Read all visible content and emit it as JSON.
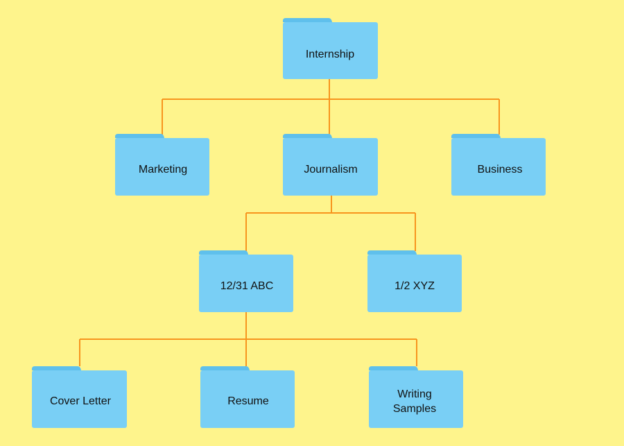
{
  "diagram": {
    "type": "folder-tree",
    "colors": {
      "background": "#fef48c",
      "folder": "#79cff5",
      "folder_tab": "#5fc0ec",
      "connector": "#f7941d",
      "text": "#111111"
    },
    "root": {
      "label": "Internship",
      "children": [
        {
          "label": "Marketing",
          "children": []
        },
        {
          "label": "Journalism",
          "children": [
            {
              "label": "12/31 ABC",
              "children": [
                {
                  "label": "Cover Letter",
                  "children": []
                },
                {
                  "label": "Resume",
                  "children": []
                },
                {
                  "label": "Writing Samples",
                  "children": []
                }
              ]
            },
            {
              "label": "1/2 XYZ",
              "children": []
            }
          ]
        },
        {
          "label": "Business",
          "children": []
        }
      ]
    }
  }
}
